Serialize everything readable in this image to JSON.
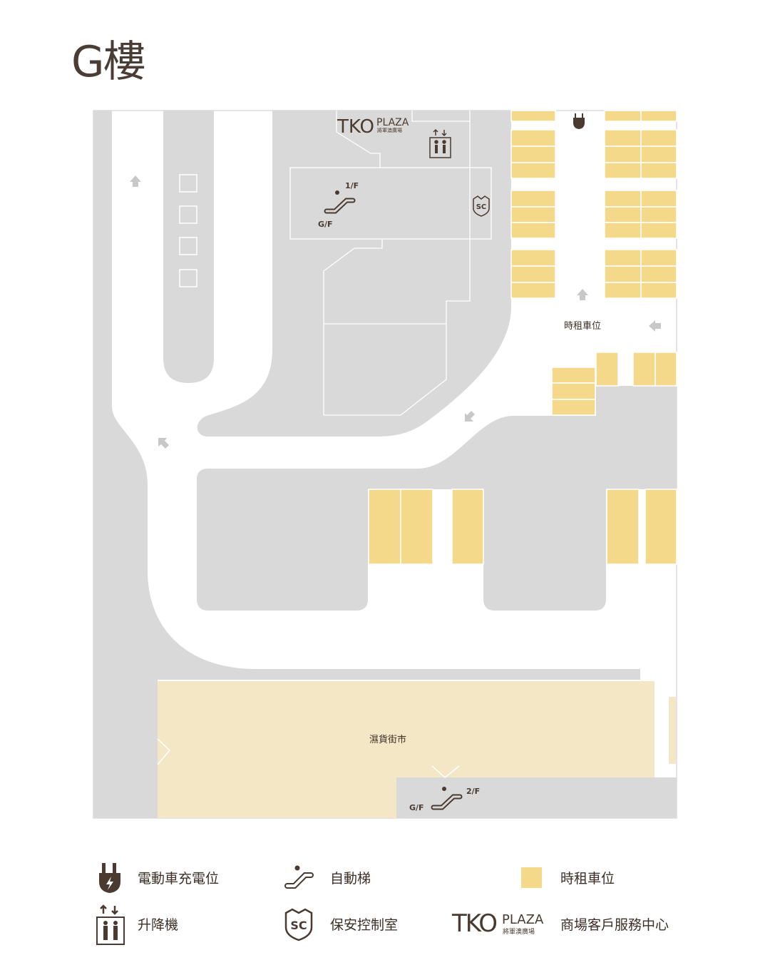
{
  "title": "G樓",
  "colors": {
    "road": "#ffffff",
    "floor": "#d9d9d9",
    "parking": "#f5d98a",
    "market": "#f4e7c5",
    "icon": "#4a3a30",
    "accent": "#f26522"
  },
  "map": {
    "logo": {
      "brand_left": "TKO",
      "brand_right": "PLAZA",
      "brand_chinese": "將軍澳廣場"
    },
    "escalator_top": {
      "upper": "1/F",
      "lower": "G/F"
    },
    "escalator_bottom": {
      "upper": "2/F",
      "lower": "G/F"
    },
    "hourly_parking_label": "時租車位",
    "wet_market_label": "濕貨街市",
    "security_badge": "SC"
  },
  "legend": [
    {
      "icon": "ev-charging-icon",
      "label": "電動車充電位"
    },
    {
      "icon": "escalator-icon",
      "label": "自動梯"
    },
    {
      "icon": "parking-swatch",
      "label": "時租車位"
    },
    {
      "icon": "elevator-icon",
      "label": "升降機"
    },
    {
      "icon": "security-icon",
      "label": "保安控制室"
    },
    {
      "icon": "tko-plaza-logo",
      "label": "商場客戶服務中心"
    }
  ]
}
